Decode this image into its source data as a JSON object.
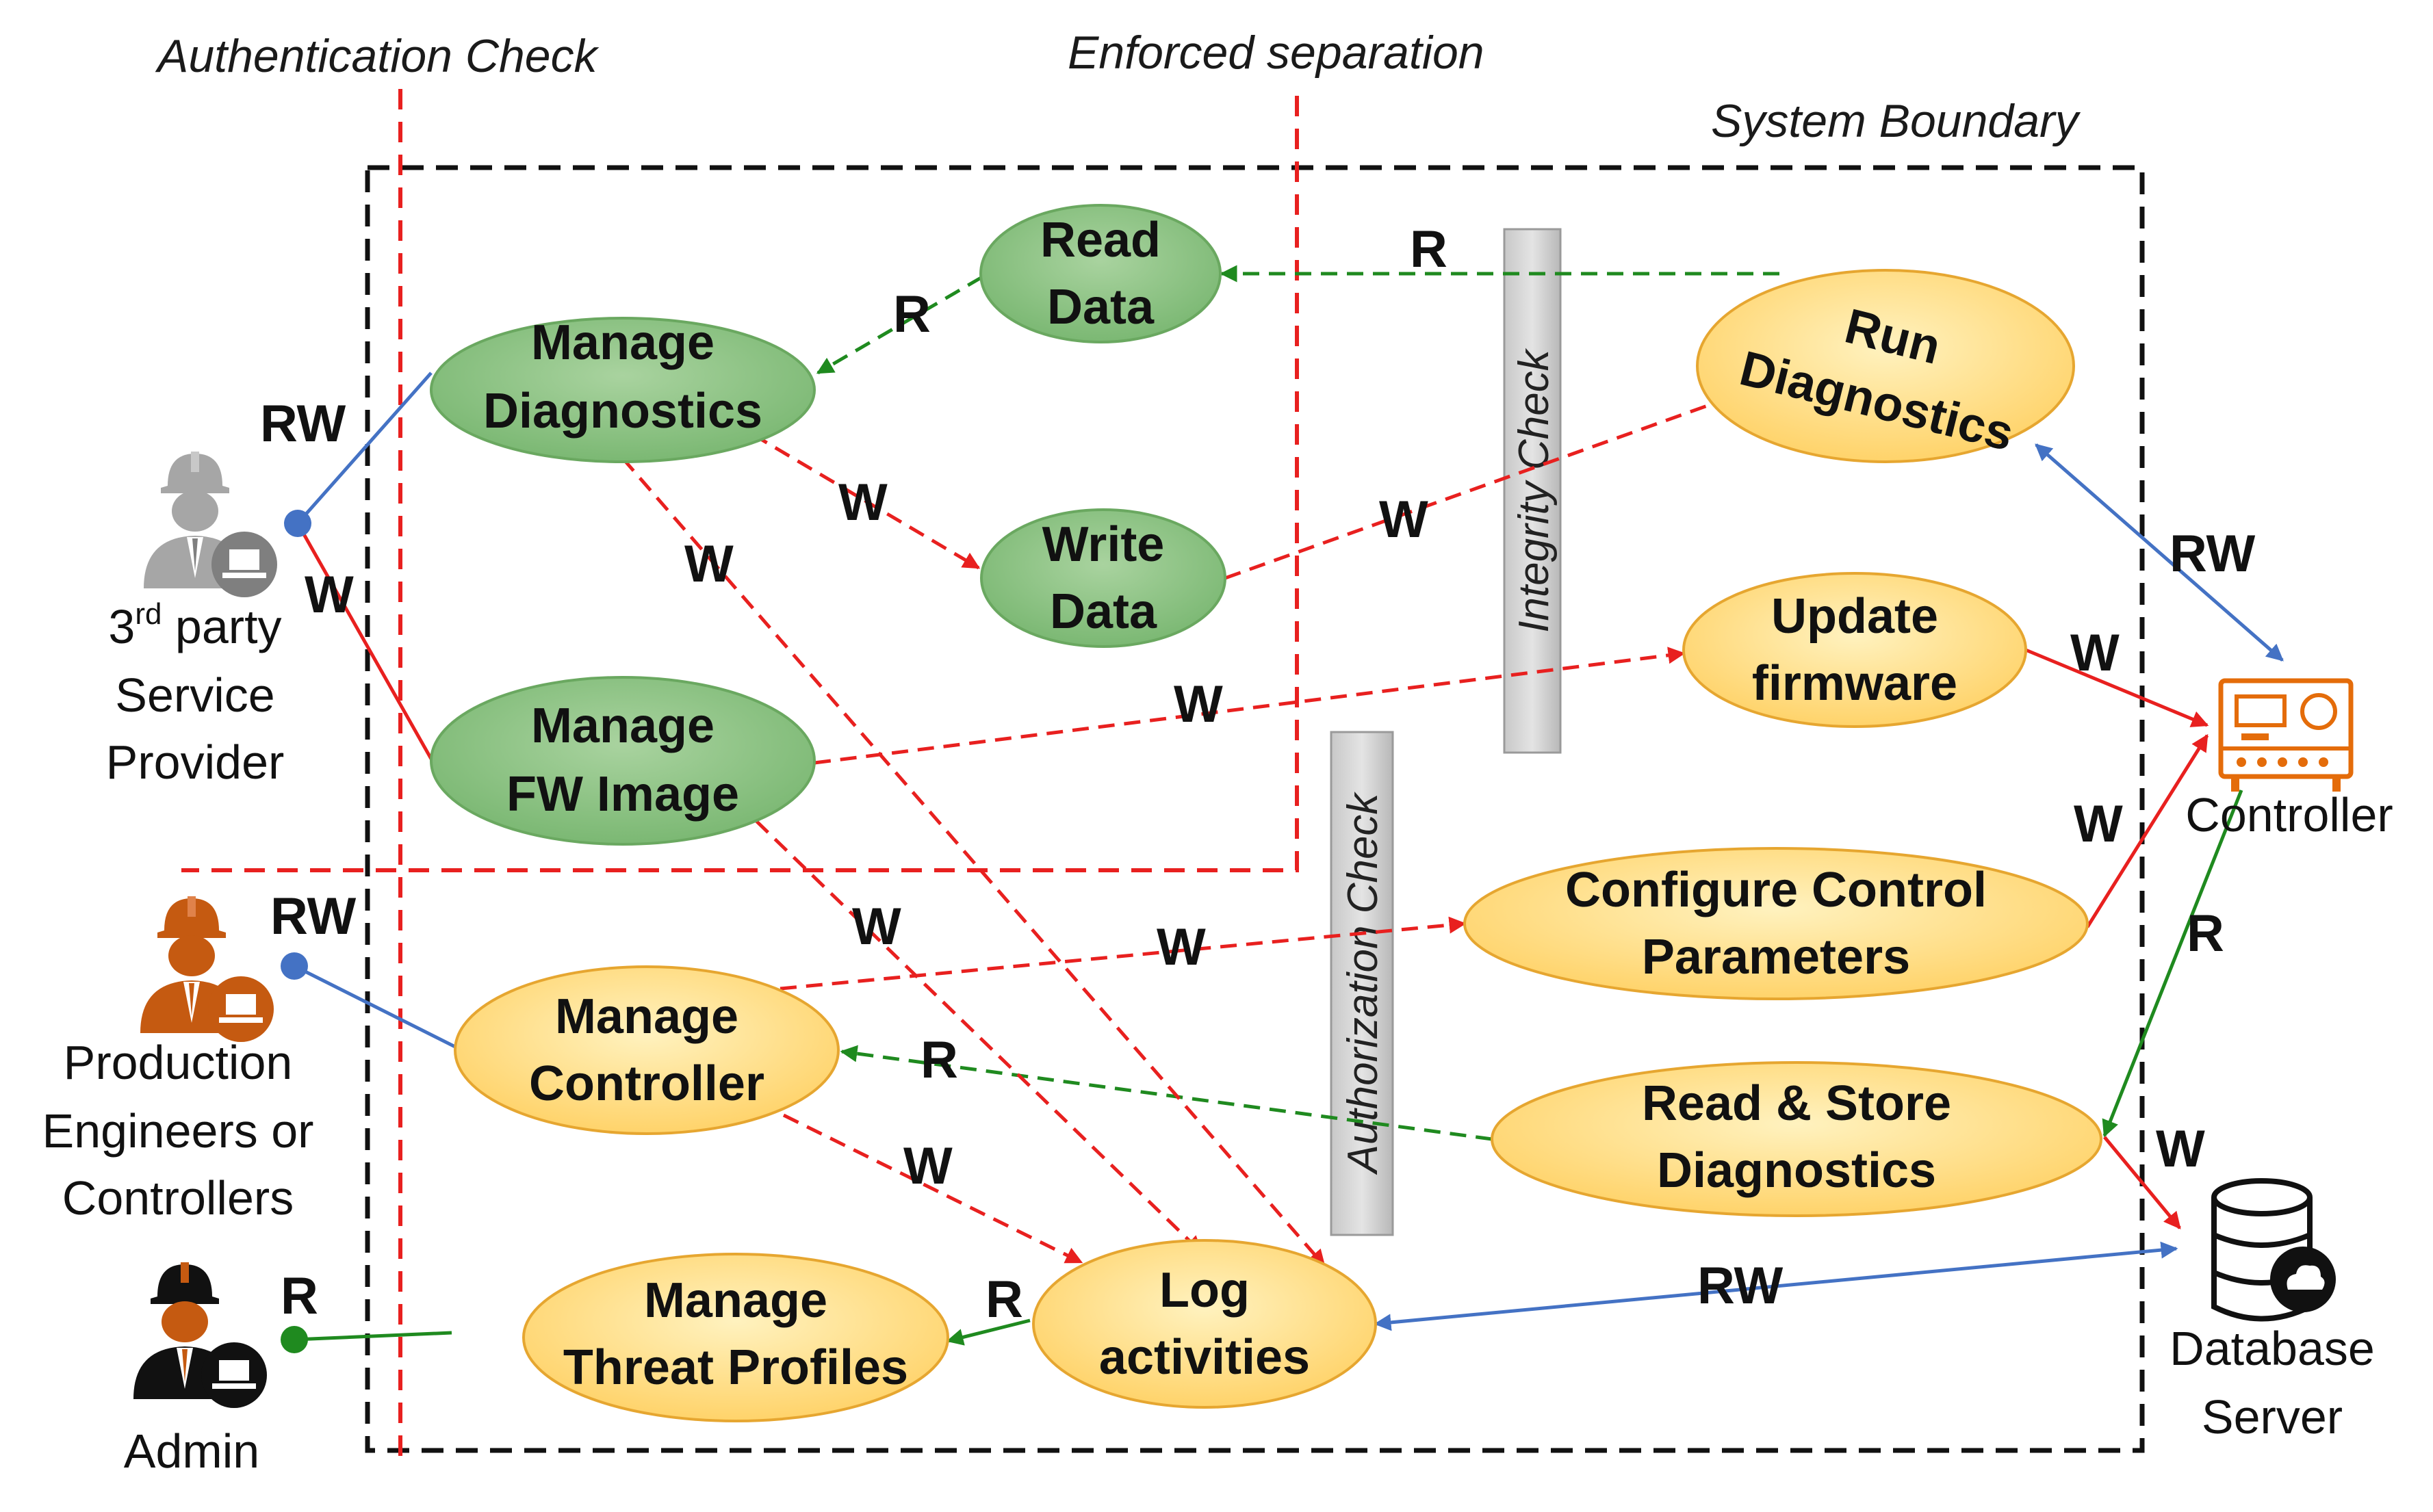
{
  "colors": {
    "green_fill": "#8fc38a",
    "green_stroke": "#6aa860",
    "yellow_fill": "#ffe08a",
    "yellow_stroke": "#e6a630",
    "red": "#e8201f",
    "green_arrow": "#1f8a1f",
    "blue": "#4472c4",
    "orange_actor": "#c55a11",
    "gray_actor": "#a0a0a0",
    "black": "#111111"
  },
  "titles": {
    "authentication": "Authentication Check",
    "separation": "Enforced separation",
    "boundary": "System Boundary"
  },
  "checks": {
    "integrity": "Integrity Check",
    "authorization": "Authorization Check"
  },
  "actors": {
    "service_provider": {
      "line1": "3",
      "sup": "rd",
      "line1_rest": " party",
      "line2": "Service",
      "line3": "Provider",
      "icon": "worker-laptop-icon-gray"
    },
    "production": {
      "line1": "Production",
      "line2": "Engineers or",
      "line3": "Controllers",
      "icon": "worker-laptop-icon-orange"
    },
    "admin": {
      "line1": "Admin",
      "icon": "worker-laptop-icon-black"
    },
    "controller": {
      "line1": "Controller",
      "icon": "controller-device-icon"
    },
    "database": {
      "line1": "Database",
      "line2": "Server",
      "icon": "database-cloud-icon"
    }
  },
  "usecases": {
    "manage_diagnostics": [
      "Manage",
      "Diagnostics"
    ],
    "read_data": [
      "Read",
      "Data"
    ],
    "write_data": [
      "Write",
      "Data"
    ],
    "manage_fw_image": [
      "Manage",
      "FW Image"
    ],
    "run_diagnostics": [
      "Run",
      "Diagnostics"
    ],
    "update_firmware": [
      "Update",
      "firmware"
    ],
    "configure_control": [
      "Configure Control",
      "Parameters"
    ],
    "manage_controller": [
      "Manage",
      "Controller"
    ],
    "read_store": [
      "Read & Store",
      "Diagnostics"
    ],
    "manage_threat": [
      "Manage",
      "Threat Profiles"
    ],
    "log_activities": [
      "Log",
      "activities"
    ]
  },
  "edge_labels": {
    "sp_rw": "RW",
    "sp_w": "W",
    "prod_rw": "RW",
    "admin_r": "R",
    "readdata_r": "R",
    "run_read_r": "R",
    "md_write_w": "W",
    "md_log_w": "W",
    "write_run_w": "W",
    "fw_update_w": "W",
    "fw_log_w": "W",
    "mc_config_w": "W",
    "store_mc_r": "R",
    "mc_log_w": "W",
    "log_threat_r": "R",
    "log_db_rw": "RW",
    "run_ctrl_rw": "RW",
    "update_ctrl_w": "W",
    "config_ctrl_w": "W",
    "ctrl_store_r": "R",
    "store_db_w": "W"
  }
}
